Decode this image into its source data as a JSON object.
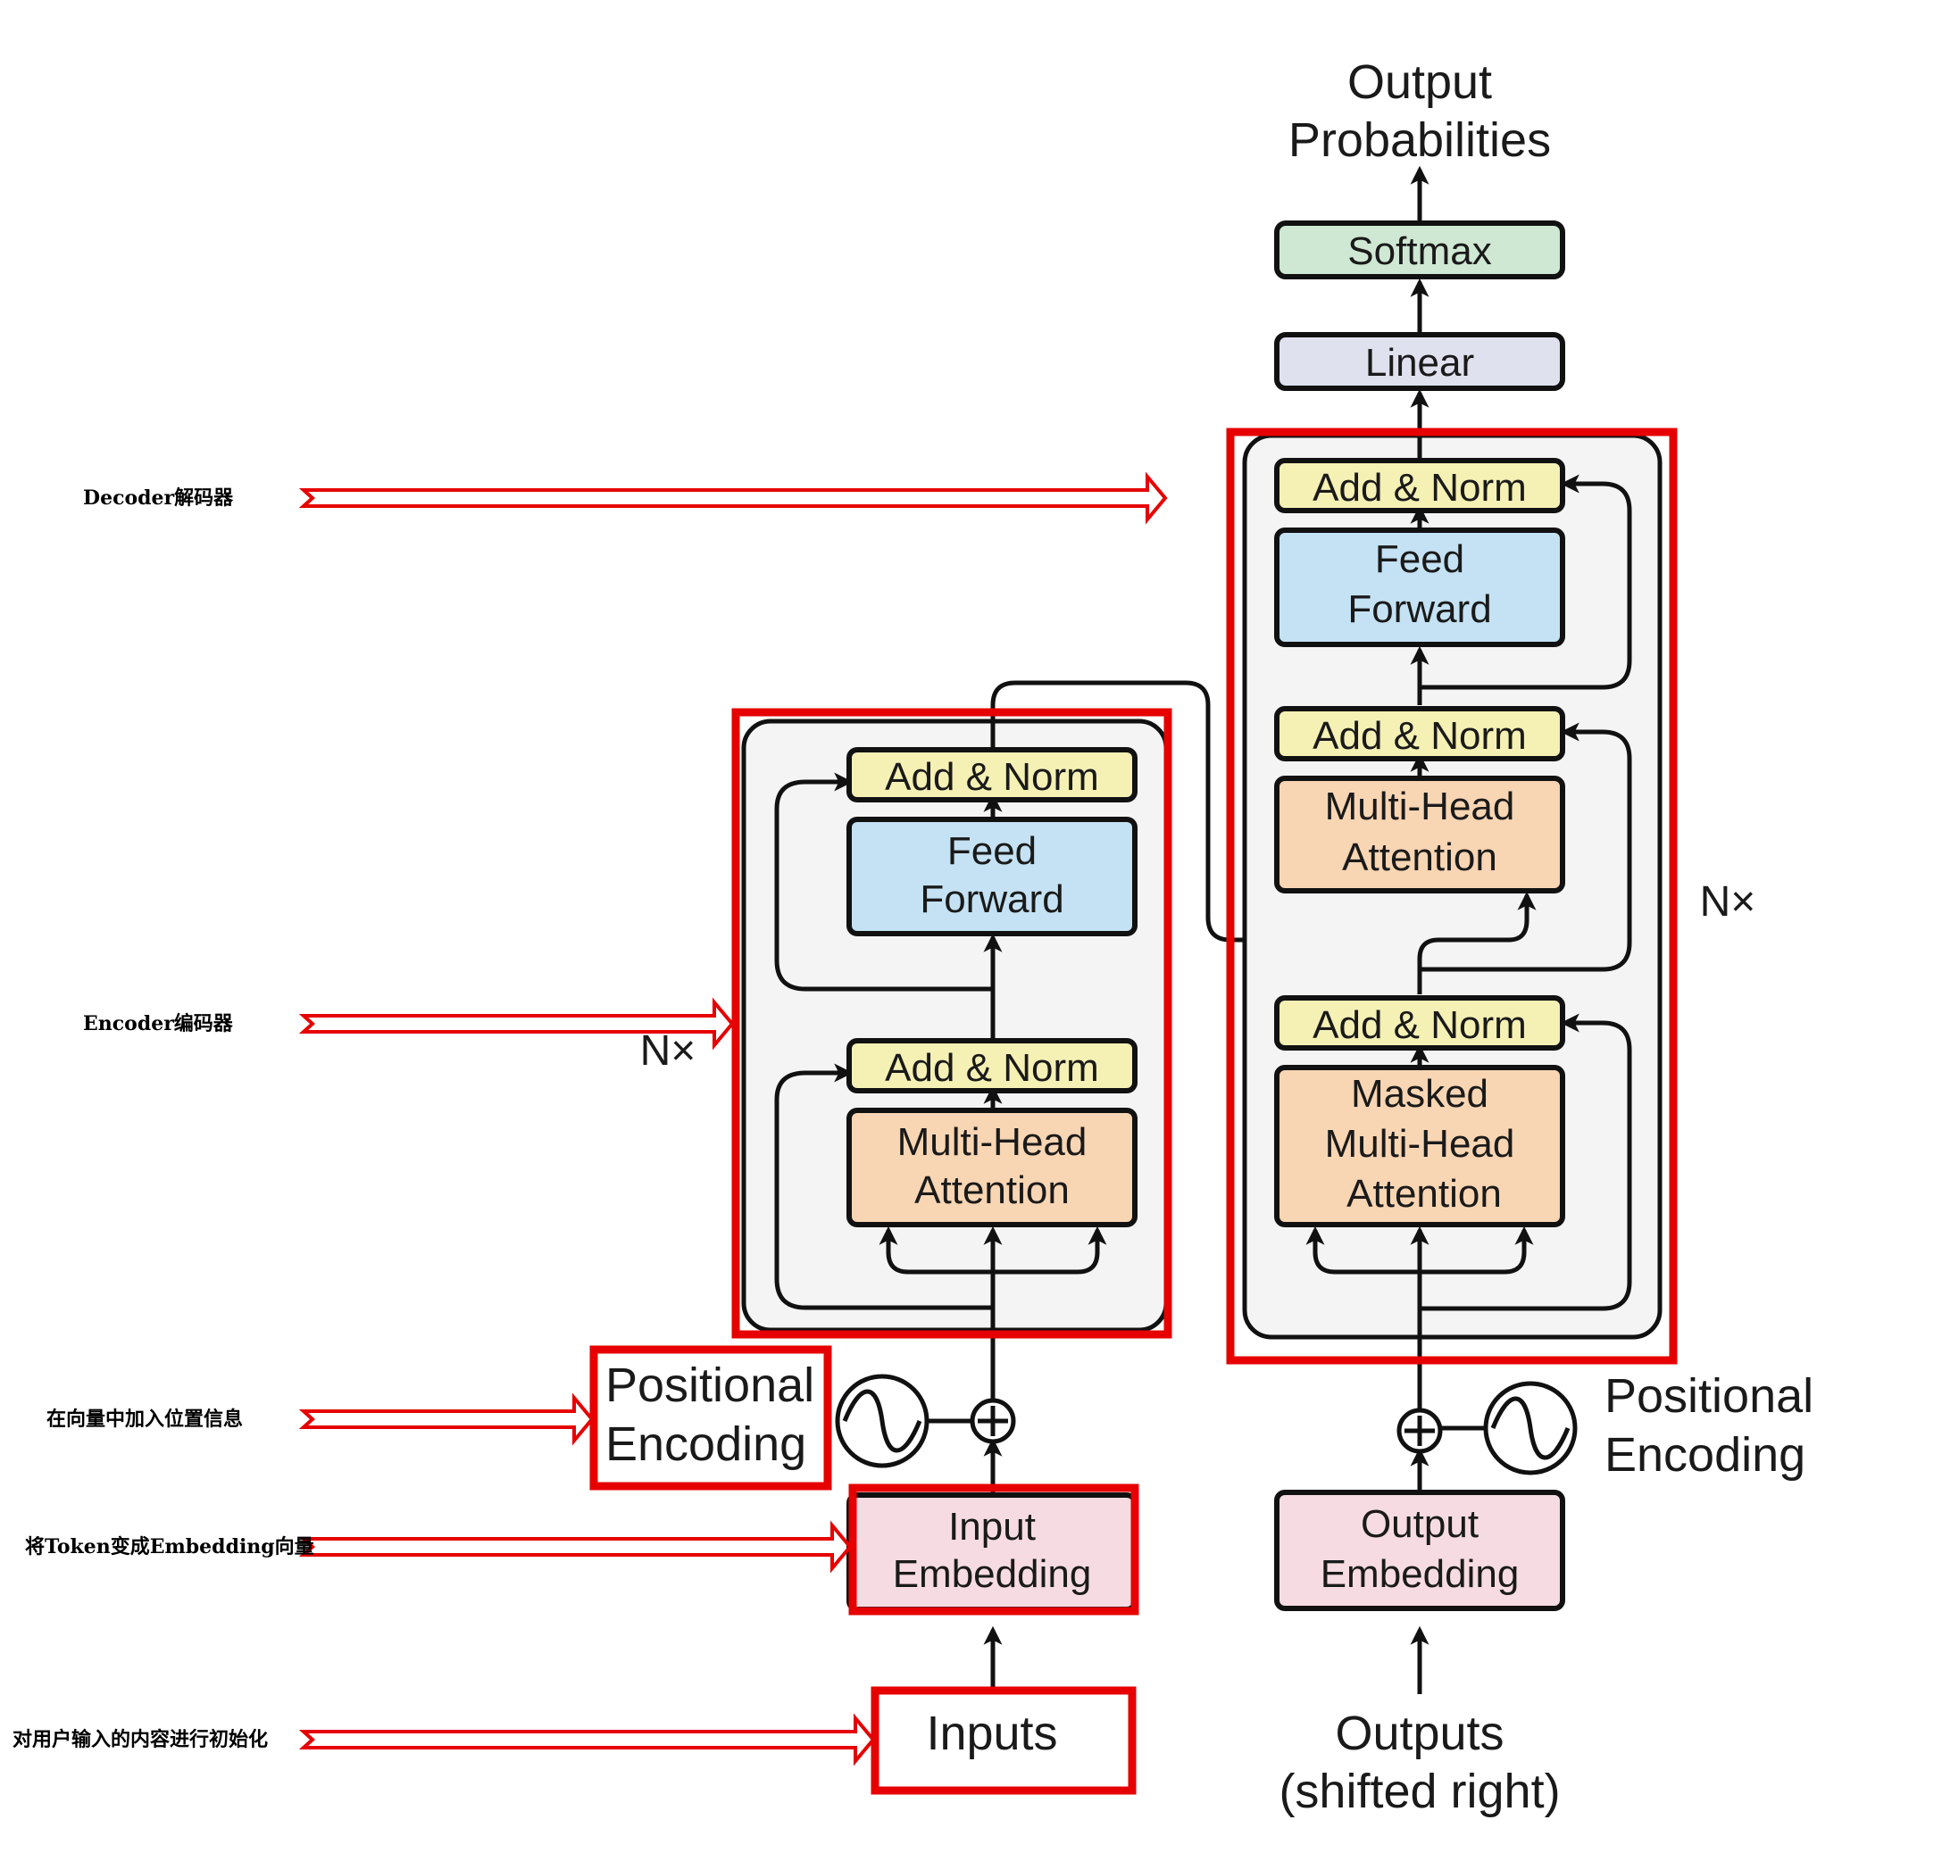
{
  "colors": {
    "red": "#e60000",
    "yellow": "#f5f0b4",
    "blue": "#c4e2f3",
    "orange": "#f8d5b3",
    "pink": "#f6dce2",
    "green": "#cfe8d3",
    "lavender": "#dfe1ef",
    "stack_bg": "#f4f4f4"
  },
  "encoder": {
    "add_norm_top": "Add & Norm",
    "feed_forward": [
      "Feed",
      "Forward"
    ],
    "add_norm_bottom": "Add & Norm",
    "attention": [
      "Multi-Head",
      "Attention"
    ],
    "nx": "N×",
    "positional_encoding": [
      "Positional",
      "Encoding"
    ],
    "embedding": [
      "Input",
      "Embedding"
    ],
    "inputs": "Inputs"
  },
  "decoder": {
    "output_probabilities": [
      "Output",
      "Probabilities"
    ],
    "softmax": "Softmax",
    "linear": "Linear",
    "add_norm_top": "Add & Norm",
    "feed_forward": [
      "Feed",
      "Forward"
    ],
    "add_norm_mid": "Add & Norm",
    "attention": [
      "Multi-Head",
      "Attention"
    ],
    "add_norm_bottom": "Add & Norm",
    "masked_attention": [
      "Masked",
      "Multi-Head",
      "Attention"
    ],
    "nx": "N×",
    "positional_encoding": [
      "Positional",
      "Encoding"
    ],
    "embedding": [
      "Output",
      "Embedding"
    ],
    "outputs": [
      "Outputs",
      "(shifted right)"
    ]
  },
  "annotations": {
    "decoder": "Decoder解码器",
    "encoder": "Encoder编码器",
    "positional": "在向量中加入位置信息",
    "embedding": "将Token变成Embedding向量",
    "inputs": "对用户输入的内容进行初始化"
  }
}
